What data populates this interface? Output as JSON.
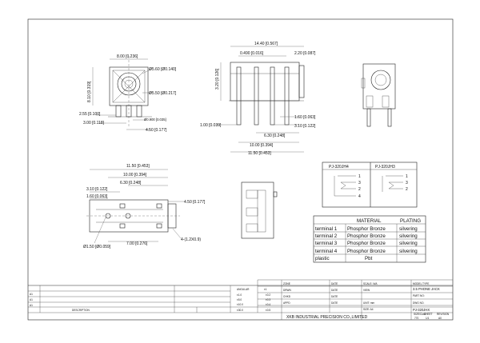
{
  "dims_front": {
    "w_top": "8.00 [0.236]",
    "h_left": "8.10 [0.319]",
    "d1": "Ø5.60 [Ø0.140]",
    "d2": "Ø5.50 [Ø0.217]",
    "d3": "Ø0.900 [0.035]",
    "a255": "2.55 [0.100]",
    "a300": "3.00 [0.118]",
    "a450": "4.50 [0.177]"
  },
  "dims_side": {
    "top": "14.40 [0.567]",
    "p0490": "0.490 [0.016]",
    "p220": "2.20 [0.087]",
    "h320": "3.20 [0.126]",
    "p160": "1.60 [0.063]",
    "p310": "3.10 [0.122]",
    "p630": "6.30 [0.248]",
    "p1000": "10.00 [0.394]",
    "p1150": "11.50 [0.453]",
    "p100": "1.00 [0.039]"
  },
  "dims_bottom": {
    "p1150": "11.50 [0.453]",
    "p1000": "10.00 [0.394]",
    "p630": "6.30 [0.248]",
    "p310": "3.10 [0.122]",
    "p160": "1.60 [0.063]",
    "p450": "4.50 [0.177]",
    "p700": "7.00 [0.276]",
    "hole": "Ø1.50 [Ø0.059]",
    "slot": "4-(1.2X0.9)"
  },
  "schematic": {
    "left_title": "PJ-320JH4",
    "right_title": "PJ-320JH3",
    "left_pins": [
      "1",
      "3",
      "2",
      "4"
    ],
    "right_pins": [
      "1",
      "3",
      "2"
    ]
  },
  "material_table": {
    "headers": [
      "MATERIAL",
      "PLATING"
    ],
    "rows": [
      {
        "label": "terminal 1",
        "material": "Phosphor Bronze",
        "plating": "silvering"
      },
      {
        "label": "terminal 2",
        "material": "Phosphor Bronze",
        "plating": "silvering"
      },
      {
        "label": "terminal 3",
        "material": "Phosphor Bronze",
        "plating": "silvering"
      },
      {
        "label": "terminal 4",
        "material": "Phosphor Bronze",
        "plating": "silvering"
      },
      {
        "label": "plastic",
        "material": "Pbt",
        "plating": ""
      }
    ]
  },
  "title_block": {
    "rev_rows": [
      "A1",
      "A1",
      "A1"
    ],
    "desc_label": "DESCRIPTION",
    "tol_headers": [
      "ANGULAR",
      "±1"
    ],
    "tol_rows": [
      [
        "±1.0",
        "±0.2"
      ],
      [
        "±5.0",
        "±0.3"
      ],
      [
        "±10.0",
        "±0.4"
      ],
      [
        "±30.0",
        "±0.5"
      ]
    ],
    "cols": [
      "ZONE",
      "DATE",
      "SCALE: N/A",
      "MODEL TYPE"
    ],
    "drwn": "DRWN",
    "chkd": "CHKD",
    "appd": "APPD",
    "date": "DATE",
    "model_type": "3.5 PHONE JACK",
    "part_no": "PART NO:",
    "unit": "UNIT: mm",
    "size": "SIZE: A4",
    "dwg_no": "DWG NO.",
    "dwg_value": "PJ-320JHX",
    "company": "XKB INDUSTRIAL PRECISION CO.,LIMITED",
    "footer_labels": [
      "SIZE/Cust",
      "SHEET",
      "REVISION"
    ],
    "footer_values": [
      "770",
      "1/1",
      "A0"
    ],
    "view": "VIEW"
  }
}
